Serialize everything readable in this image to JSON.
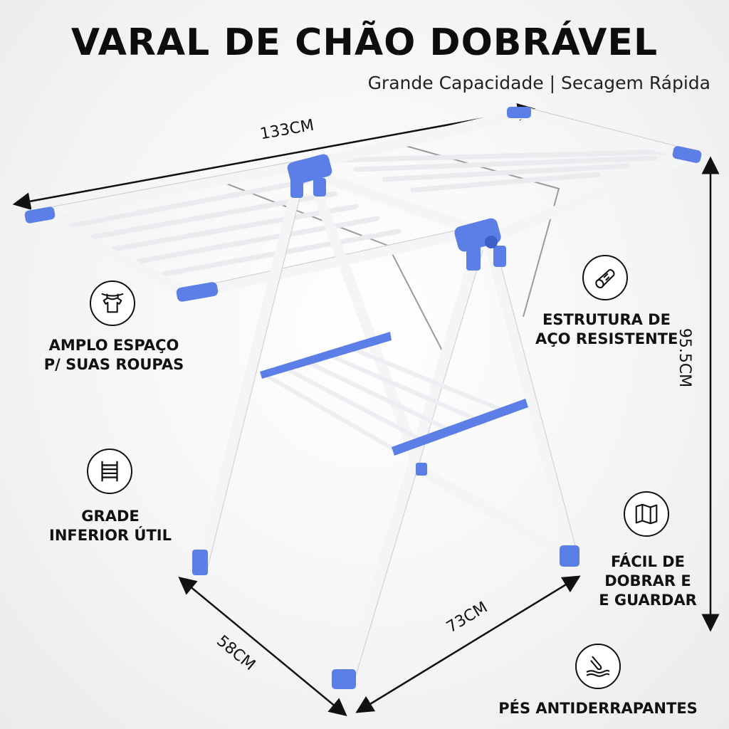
{
  "header": {
    "title": "VARAL DE CHÃO DOBRÁVEL",
    "subtitle": "Grande Capacidade | Secagem Rápida"
  },
  "dimensions": {
    "width": "133CM",
    "height": "95.5CM",
    "depth": "58CM",
    "length": "73CM"
  },
  "features": {
    "space": {
      "label_line1": "AMPLO ESPAÇO",
      "label_line2": "P/ SUAS ROUPAS",
      "icon": "shirt-icon"
    },
    "grid": {
      "label_line1": "GRADE",
      "label_line2": "INFERIOR ÚTIL",
      "icon": "ladder-icon"
    },
    "steel": {
      "label_line1": "ESTRUTURA DE",
      "label_line2": "AÇO RESISTENTE",
      "icon": "steel-tube-icon"
    },
    "fold": {
      "label_line1": "FÁCIL DE",
      "label_line2": "DOBRAR E",
      "label_line3": "E GUARDAR",
      "icon": "folded-map-icon"
    },
    "feet": {
      "label_line1": "PÉS ANTIDERRAPANTES",
      "icon": "finger-surface-icon"
    }
  },
  "colors": {
    "accent": "#5b7fe6",
    "frame": "#f7f7f7",
    "text": "#111111"
  }
}
